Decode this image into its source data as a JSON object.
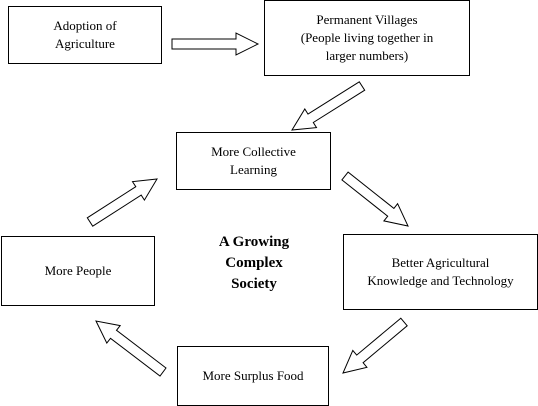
{
  "diagram": {
    "boxes": {
      "adoption": "Adoption of\nAgriculture",
      "villages": "Permanent Villages\n(People living together in\nlarger numbers)",
      "learning": "More Collective\nLearning",
      "better": "Better Agricultural\nKnowledge and Technology",
      "people": "More People",
      "surplus": "More Surplus Food"
    },
    "center_title": "A Growing\nComplex\nSociety",
    "colors": {
      "stroke": "#000000",
      "fill": "#ffffff"
    }
  }
}
